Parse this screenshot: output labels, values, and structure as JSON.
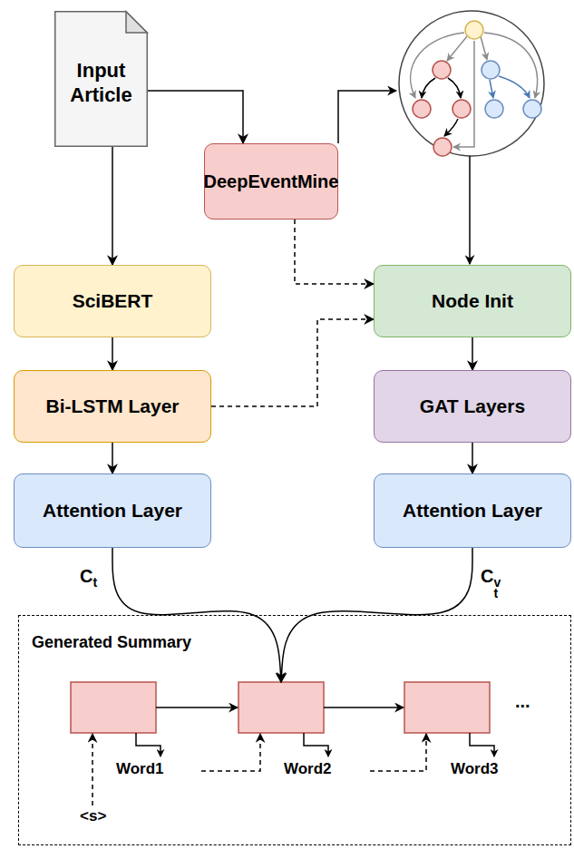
{
  "diagram": {
    "nodes": [
      {
        "text": [
          "Input Article"
        ]
      },
      {
        "text": [
          "DeepEventMine"
        ]
      },
      {
        "text": [
          "SciBERT"
        ]
      },
      {
        "text": [
          "Node Init"
        ]
      },
      {
        "text": [
          "Bi-LSTM Layer"
        ]
      },
      {
        "text": [
          "GAT Layers"
        ]
      },
      {
        "text": [
          "Attention Layer"
        ]
      },
      {
        "text": [
          "Attention Layer"
        ]
      },
      {
        "text": [
          "Generated Summary"
        ]
      }
    ],
    "edges": [
      {
        "from": 0,
        "to": 1,
        "arrow": "to"
      },
      {
        "from": 0,
        "to": 2,
        "arrow": "to"
      },
      {
        "from": 1,
        "to": 3,
        "arrow": "to"
      },
      {
        "from": 2,
        "to": 4,
        "arrow": "to"
      },
      {
        "from": 4,
        "to": 3,
        "arrow": "to"
      },
      {
        "from": 3,
        "to": 5,
        "arrow": "to"
      },
      {
        "from": 5,
        "to": 7,
        "arrow": "to"
      },
      {
        "from": 4,
        "to": 6,
        "arrow": "to"
      },
      {
        "from": 6,
        "to": 8,
        "arrow": "to"
      },
      {
        "from": 7,
        "to": 8,
        "arrow": "to"
      }
    ],
    "labels": [
      "Ct",
      "Ctv",
      "Word1",
      "Word2",
      "Word3",
      "<s>",
      "..."
    ]
  }
}
